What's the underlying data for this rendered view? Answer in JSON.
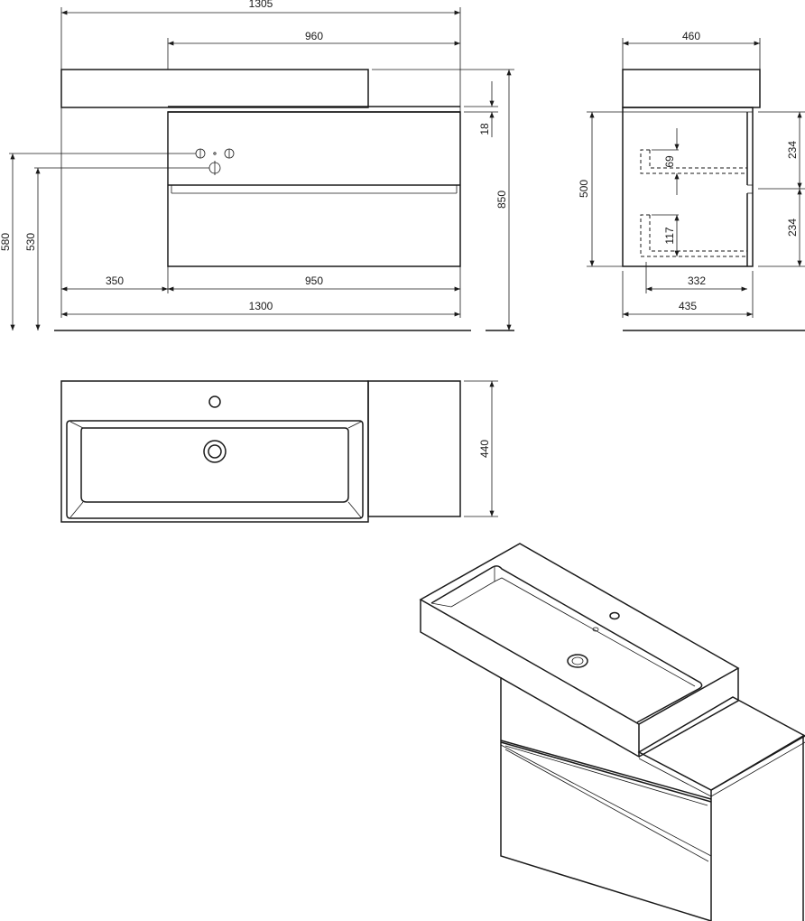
{
  "front_view": {
    "dim_overall_top": "1305",
    "dim_basin_width": "960",
    "dim_countertop_thickness": "18",
    "dim_total_height": "850",
    "dim_tap_height": "580",
    "dim_waste_height": "530",
    "dim_cabinet_offset": "350",
    "dim_cabinet_width": "950",
    "dim_overall_bottom": "1300"
  },
  "side_view": {
    "dim_depth_top": "460",
    "dim_cabinet_height": "500",
    "dim_upper_drawer": "234",
    "dim_lower_drawer": "234",
    "dim_upper_inner": "69",
    "dim_lower_inner": "117",
    "dim_inner_depth": "332",
    "dim_cabinet_depth": "435"
  },
  "top_view": {
    "dim_depth": "440"
  }
}
